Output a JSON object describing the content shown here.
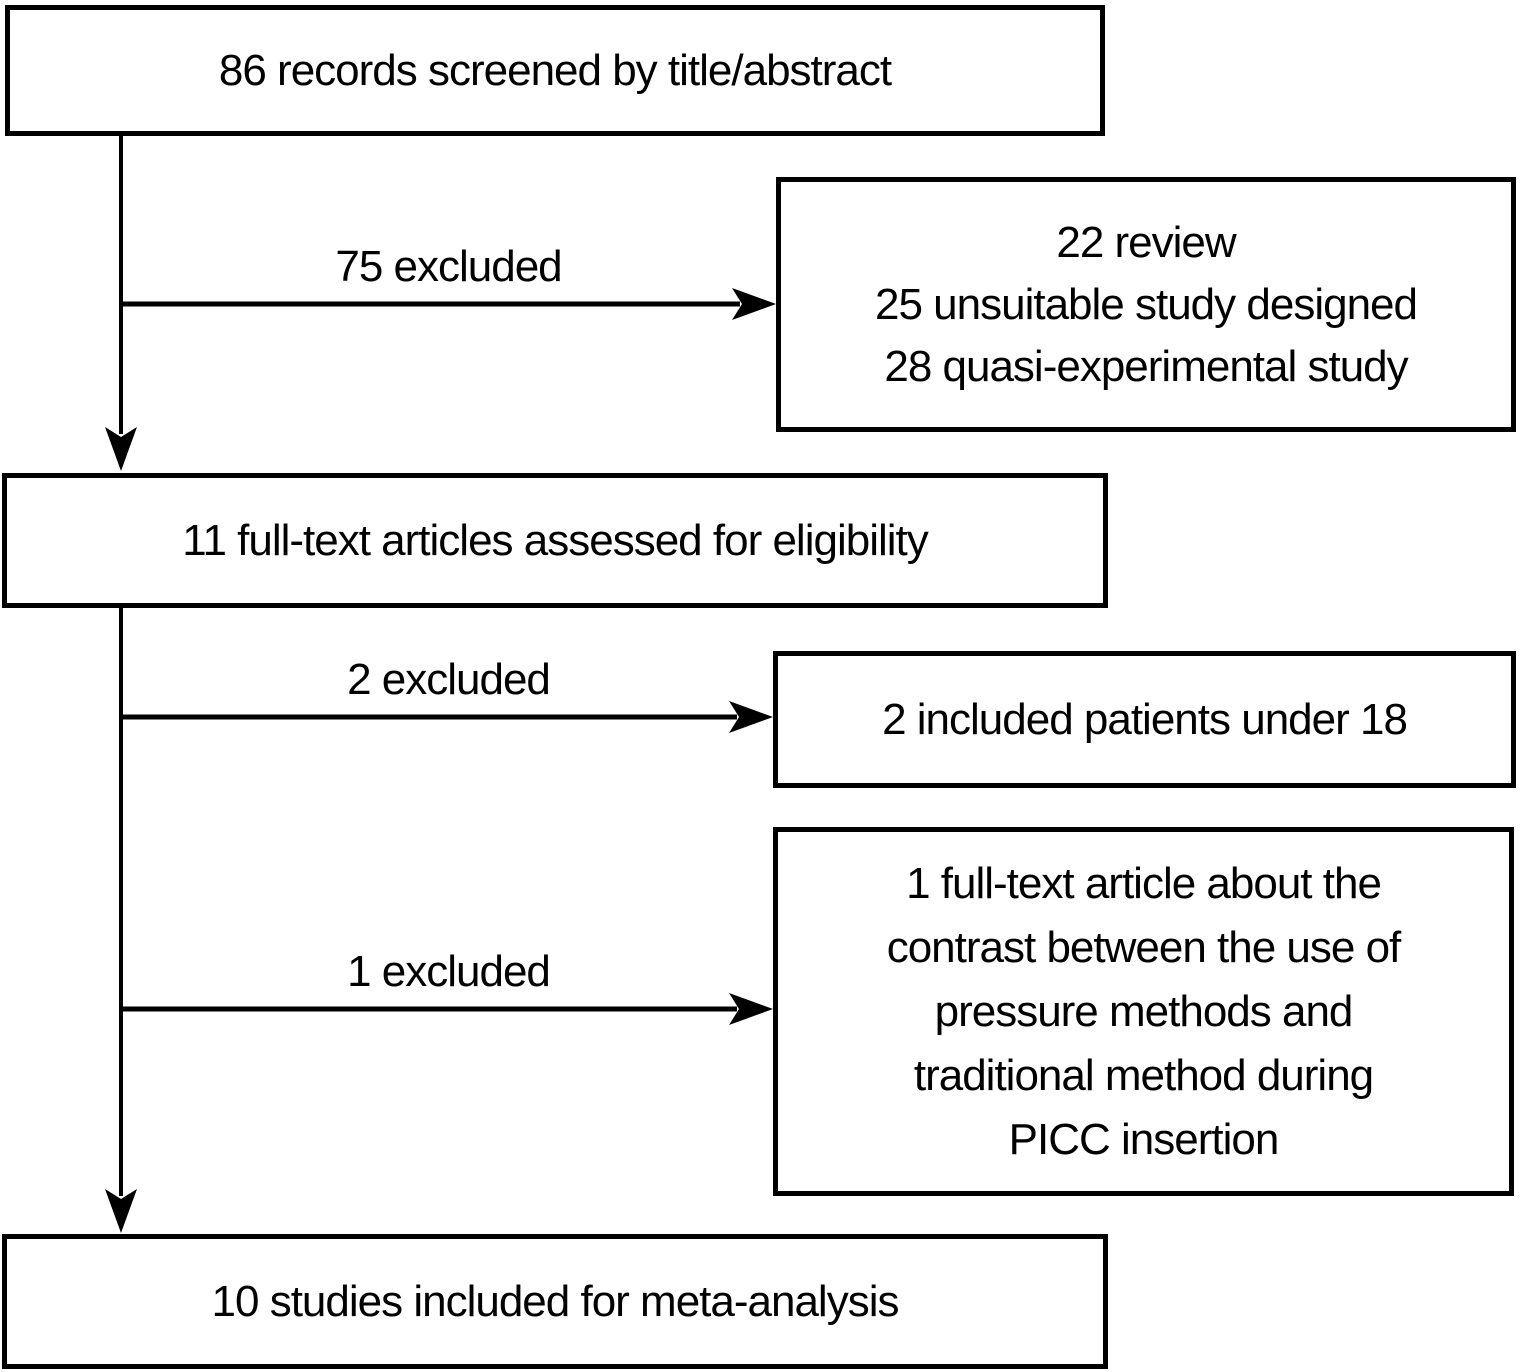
{
  "flowchart": {
    "boxes": {
      "screened": {
        "text": "86 records screened by title/abstract"
      },
      "exclusion_reasons": {
        "lines": [
          "22 review",
          "25 unsuitable study designed",
          "28 quasi-experimental study"
        ]
      },
      "fulltext": {
        "text": "11 full-text articles assessed for eligibility"
      },
      "under18": {
        "text": "2 included patients under 18"
      },
      "contrast": {
        "lines": [
          "1 full-text article about the",
          "contrast between the use of",
          "pressure methods and",
          "traditional method during",
          "PICC insertion"
        ]
      },
      "meta_analysis": {
        "text": "10 studies included for meta-analysis"
      }
    },
    "edge_labels": {
      "excluded_75": "75 excluded",
      "excluded_2": "2 excluded",
      "excluded_1": "1 excluded"
    },
    "colors": {
      "line": "#000000",
      "box_border": "#000000",
      "box_background": "#ffffff",
      "text": "#000000",
      "page_background": "#ffffff"
    }
  }
}
